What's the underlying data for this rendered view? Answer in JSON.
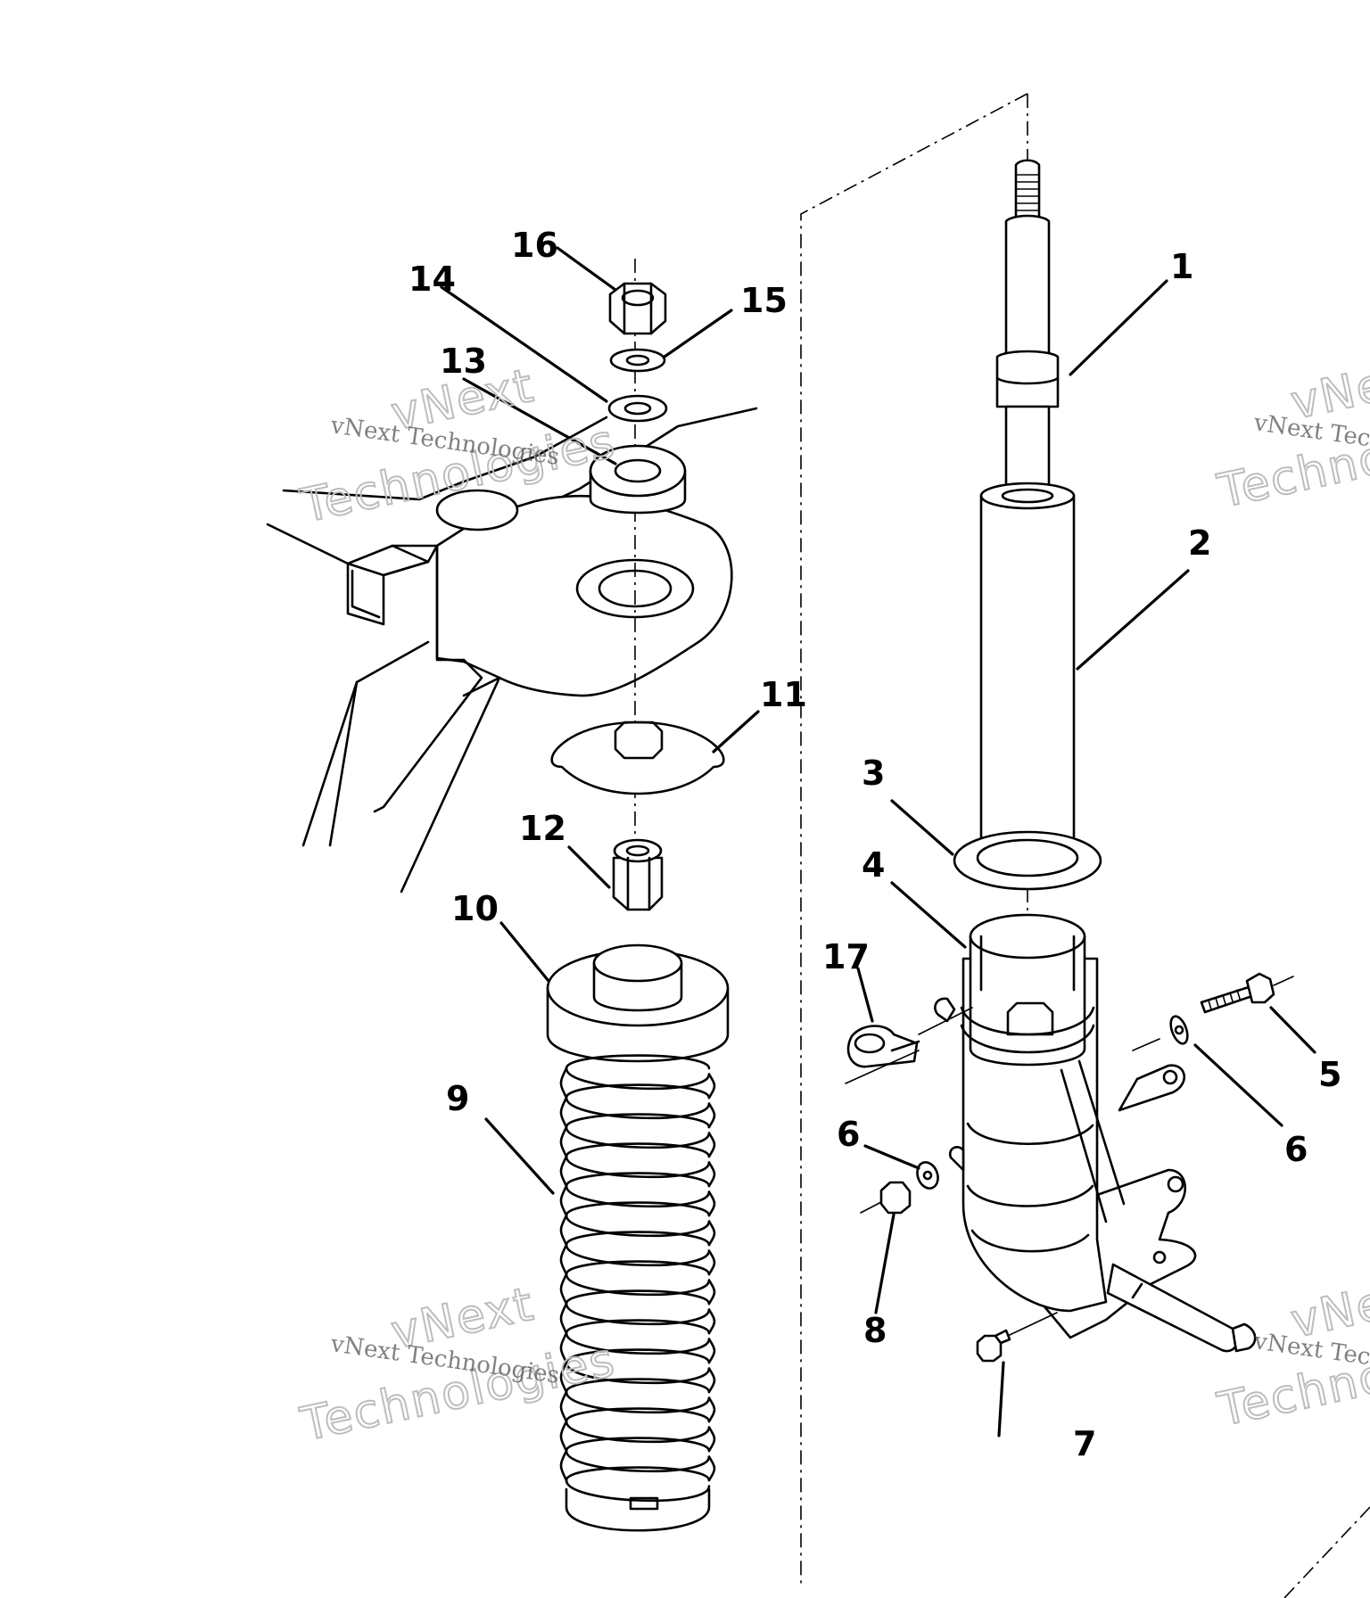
{
  "callouts": {
    "c1": "1",
    "c2": "2",
    "c3": "3",
    "c4": "4",
    "c5": "5",
    "c6a": "6",
    "c6b": "6",
    "c7": "7",
    "c8": "8",
    "c9": "9",
    "c10": "10",
    "c11": "11",
    "c12": "12",
    "c13": "13",
    "c14": "14",
    "c15": "15",
    "c16": "16",
    "c17": "17"
  },
  "watermark": {
    "small": "vNext Technologies",
    "big_line1": "vNext",
    "big_line2": "Technologies"
  }
}
